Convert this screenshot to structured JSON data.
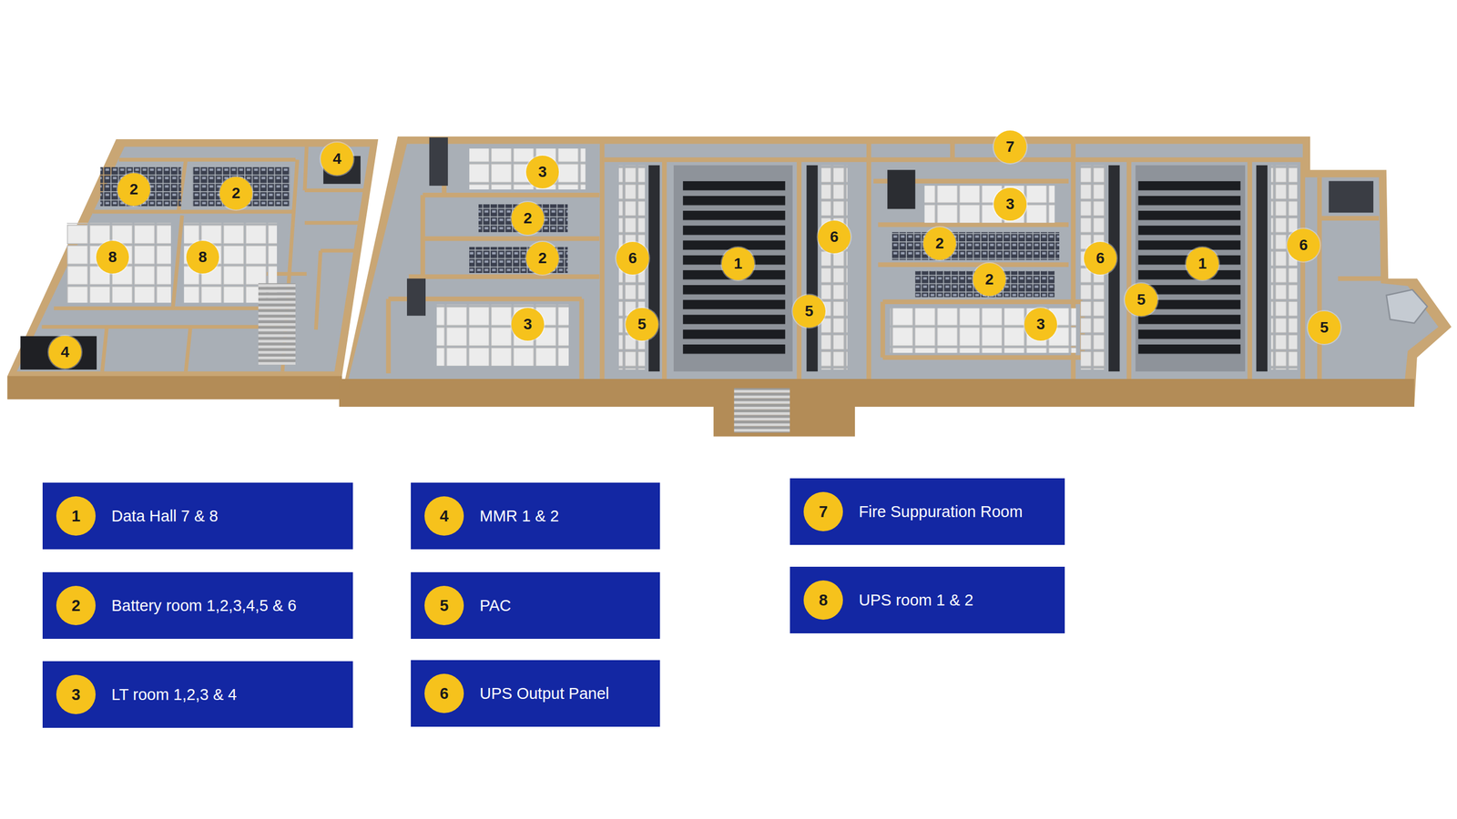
{
  "diagram": {
    "nodes": [
      {
        "text": [
          "Data Hall 7 & 8"
        ]
      },
      {
        "text": [
          "1"
        ],
        "in": 0
      },
      {
        "text": [
          "MMR 1 & 2"
        ]
      },
      {
        "text": [
          "4"
        ],
        "in": 2
      },
      {
        "text": [
          "Fire Suppuration Room"
        ]
      },
      {
        "text": [
          "7"
        ],
        "in": 4
      },
      {
        "text": [
          "Battery room 1,2,3,4,5 & 6"
        ]
      },
      {
        "text": [
          "2"
        ],
        "in": 6
      },
      {
        "text": [
          "PAC"
        ]
      },
      {
        "text": [
          "5"
        ],
        "in": 8
      },
      {
        "text": [
          "UPS room 1 & 2"
        ]
      },
      {
        "text": [
          "8"
        ],
        "in": 10
      },
      {
        "text": [
          "LT room 1,2,3 & 4"
        ]
      },
      {
        "text": [
          "3"
        ],
        "in": 12
      },
      {
        "text": [
          "UPS Output Panel"
        ]
      },
      {
        "text": [
          "6"
        ],
        "in": 14
      }
    ],
    "labels": [
      "7",
      "4",
      "2",
      "2",
      "3",
      "8",
      "8",
      "4",
      "3",
      "2",
      "2",
      "3",
      "6",
      "5",
      "1",
      "6",
      "5",
      "3",
      "2",
      "2",
      "3",
      "6",
      "5",
      "1",
      "6",
      "5"
    ]
  }
}
